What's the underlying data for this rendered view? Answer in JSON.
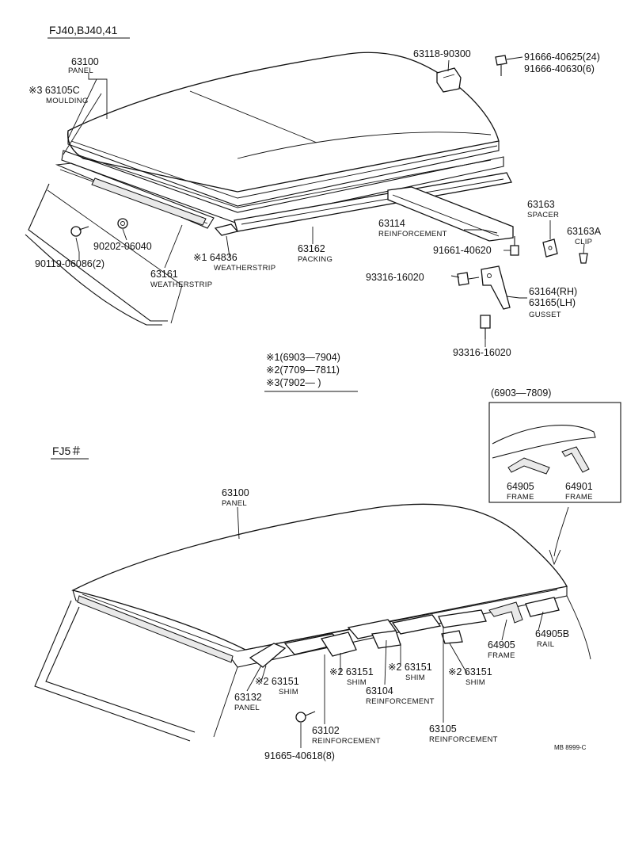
{
  "upper": {
    "heading": "FJ40,BJ40,41",
    "labels": {
      "p63100_num": "63100",
      "p63100_name": "PANEL",
      "p63105c_num": "※3 63105C",
      "p63105c_name": "MOULDING",
      "p63118": "63118-90300",
      "bolt_a": "91666-40625(24)",
      "bolt_b": "91666-40630(6)",
      "p63163_num": "63163",
      "p63163_name": "SPACER",
      "p63163a_num": "63163A",
      "p63163a_name": "CLIP",
      "p63114_num": "63114",
      "p63114_name": "REINFORCEMENT",
      "p91661": "91661-40620",
      "p90202": "90202-06040",
      "p90119": "90119-06086(2)",
      "p64836_num": "※1 64836",
      "p64836_name": "WEATHERSTRIP",
      "p63162_num": "63162",
      "p63162_name": "PACKING",
      "p63161_num": "63161",
      "p63161_name": "WEATHERSTRIP",
      "p93316_a": "93316-16020",
      "p63164": "63164(RH)",
      "p63165": "63165(LH)",
      "gusset_name": "GUSSET",
      "p93316_b": "93316-16020"
    },
    "notes": [
      "※1(6903—7904)",
      "※2(7709—7811)",
      "※3(7902—        )"
    ]
  },
  "inset": {
    "heading": "(6903—7809)",
    "p64905_num": "64905",
    "p64905_name": "FRAME",
    "p64901_num": "64901",
    "p64901_name": "FRAME"
  },
  "lower": {
    "heading": "FJ5＃",
    "labels": {
      "p63100_num": "63100",
      "p63100_name": "PANEL",
      "p64905_num": "64905",
      "p64905_name": "FRAME",
      "p64905b_num": "64905B",
      "p64905b_name": "RAIL",
      "shim1_num": "※2 63151",
      "shim1_name": "SHIM",
      "shim2_num": "※2 63151",
      "shim2_name": "SHIM",
      "shim3_num": "※2 63151",
      "shim3_name": "SHIM",
      "shim4_num": "※2 63151",
      "shim4_name": "SHIM",
      "p63132_num": "63132",
      "p63132_name": "PANEL",
      "p63104_num": "63104",
      "p63104_name": "REINFORCEMENT",
      "p63105_num": "63105",
      "p63105_name": "REINFORCEMENT",
      "p63102_num": "63102",
      "p63102_name": "REINFORCEMENT",
      "p91665": "91665-40618(8)"
    }
  },
  "footer_code": "MB 8999-C"
}
